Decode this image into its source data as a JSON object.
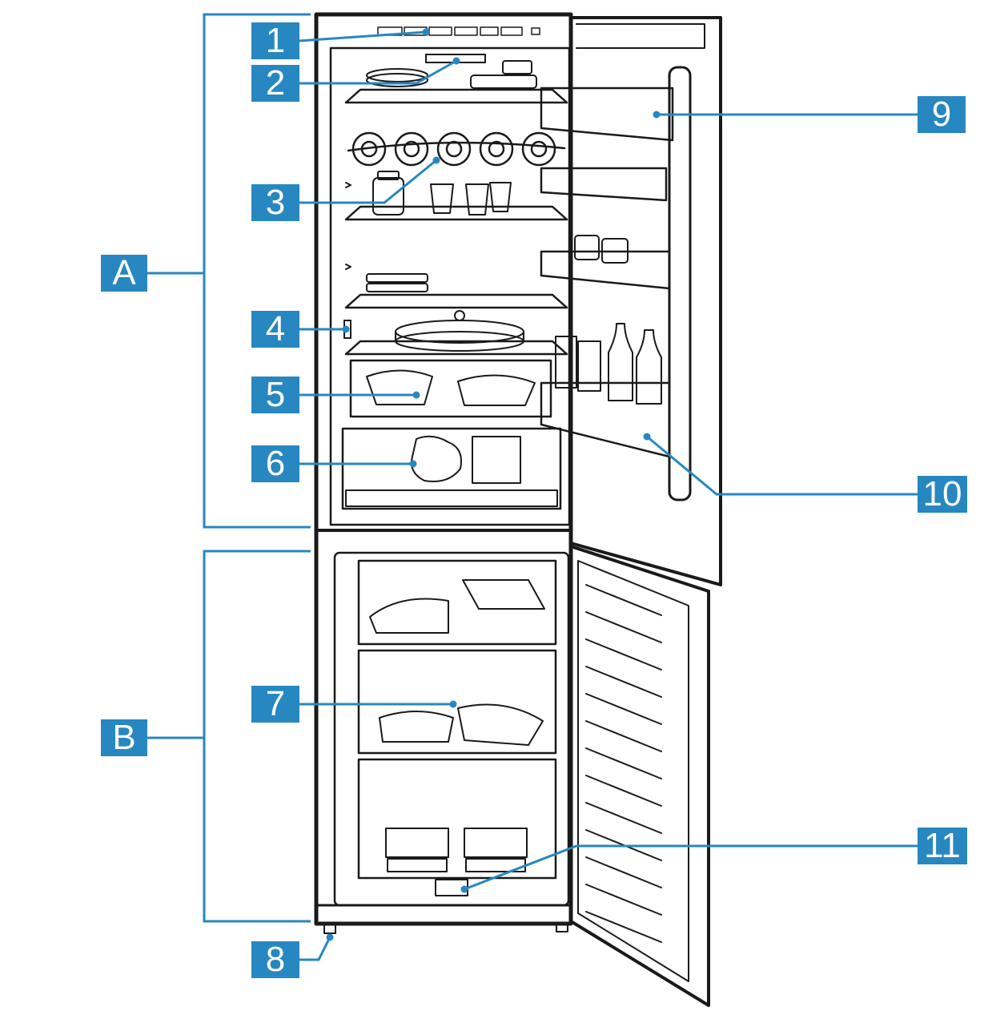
{
  "diagram": {
    "accent_color": "#2787c0",
    "line_color": "#1a1a1a",
    "section_labels": [
      {
        "id": "A",
        "label": "A"
      },
      {
        "id": "B",
        "label": "B"
      }
    ],
    "callouts": [
      {
        "id": "1",
        "label": "1"
      },
      {
        "id": "2",
        "label": "2"
      },
      {
        "id": "3",
        "label": "3"
      },
      {
        "id": "4",
        "label": "4"
      },
      {
        "id": "5",
        "label": "5"
      },
      {
        "id": "6",
        "label": "6"
      },
      {
        "id": "7",
        "label": "7"
      },
      {
        "id": "8",
        "label": "8"
      },
      {
        "id": "9",
        "label": "9"
      },
      {
        "id": "10",
        "label": "10"
      },
      {
        "id": "11",
        "label": "11"
      }
    ]
  }
}
